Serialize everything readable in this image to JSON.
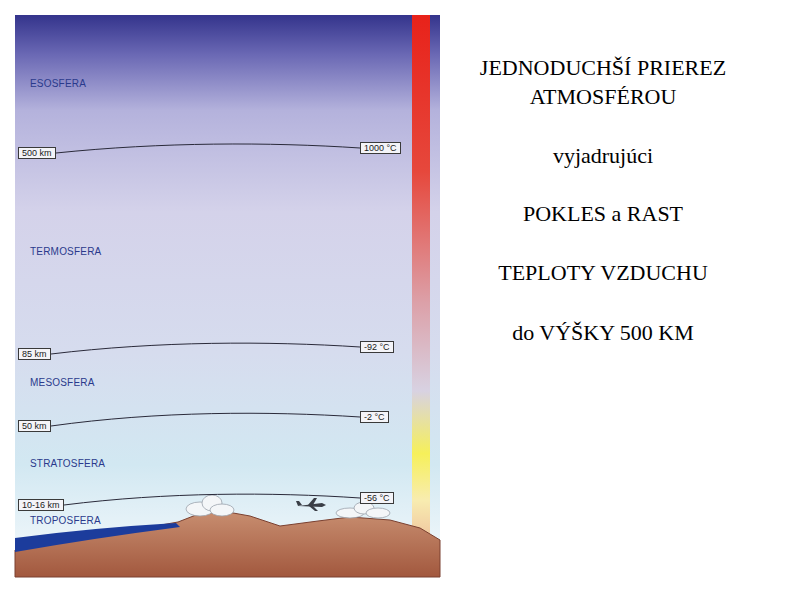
{
  "diagram": {
    "title": "JEDNODUCHŠÍ PRIEREZ ATMOSFÉROU",
    "nodes": [
      {
        "text": [
          "500 km"
        ]
      },
      {
        "text": [
          "1000 °C"
        ]
      },
      {
        "text": [
          "85 km"
        ]
      },
      {
        "text": [
          "-92 °C"
        ]
      },
      {
        "text": [
          "50 km"
        ]
      },
      {
        "text": [
          "-2 °C"
        ]
      },
      {
        "text": [
          "10-16 km"
        ]
      },
      {
        "text": [
          "-56 °C"
        ]
      }
    ],
    "edges": [
      {
        "from": 0,
        "to": 1,
        "arrow": "none"
      },
      {
        "from": 2,
        "to": 3,
        "arrow": "none"
      },
      {
        "from": 4,
        "to": 5,
        "arrow": "none"
      },
      {
        "from": 6,
        "to": 7,
        "arrow": "none"
      }
    ],
    "labels": [
      "ESOSFERA",
      "TERMOSFERA",
      "MESOSFERA",
      "STRATOSFERA",
      "TROPOSFERA",
      "vyjadrujúci",
      "POKLES a RAST",
      "TEPLOTY VZDUCHU",
      "do VÝŠKY 500 KM"
    ]
  }
}
